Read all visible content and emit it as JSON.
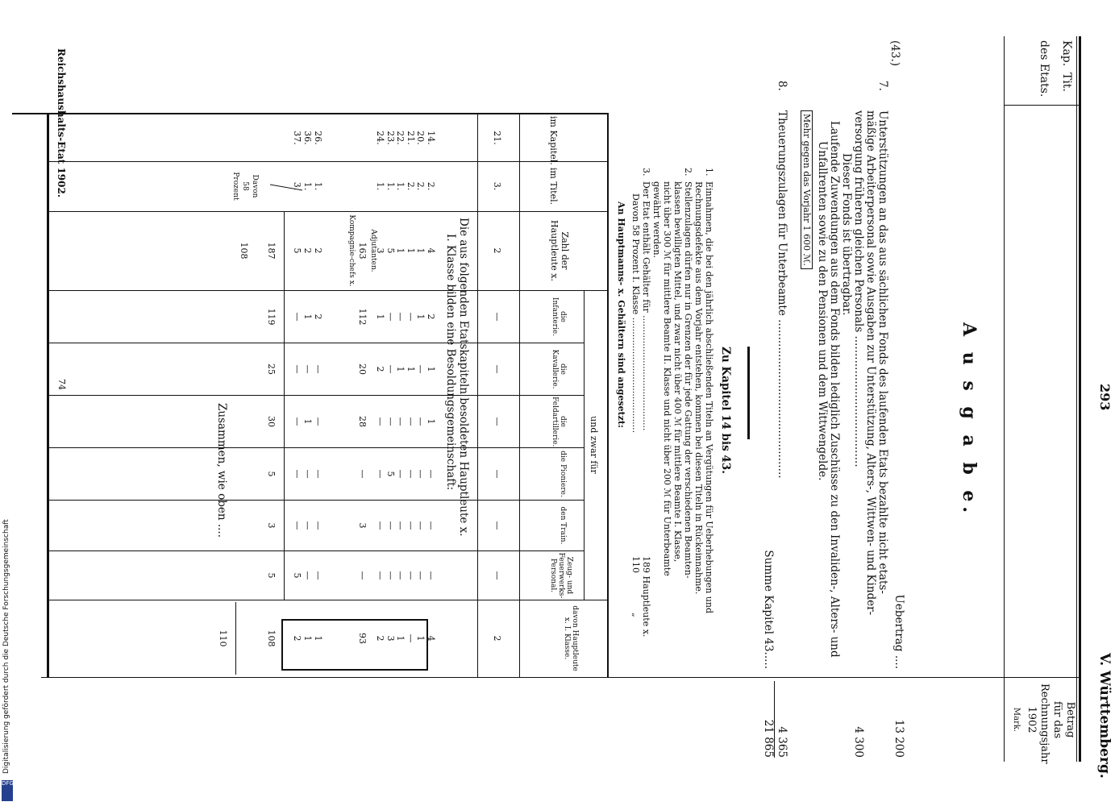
{
  "page": {
    "number": "293",
    "state": "V. Württemberg.",
    "section_title": "A u s g a b e.",
    "footer_left": "Reichshaushalts-Etat 1902.",
    "footer_num": "74",
    "digitization_note": "Digitalisierung gefördert durch die Deutsche Forschungsgemeinschaft",
    "dfg_logo": "DFG"
  },
  "header": {
    "kap": "Kap.",
    "tit": "Tit.",
    "des_etats": "des Etats.",
    "betrag": "Betrag",
    "fuer_das": "für das",
    "rechnungsjahr": "Rechnungsjahr",
    "year": "1902",
    "mark": "Mark."
  },
  "entries": {
    "kap": "(43.)",
    "t7_num": "7.",
    "t7_line1": "Unterstützungen an das aus sächlichen Fonds des laufenden Etats bezahlte nicht etats-",
    "t7_line2": "mäßige Arbeiterpersonal sowie Ausgaben zur Unterstützung, Alters-, Wittwen- und Kinder-",
    "t7_line3": "versorgung früheren gleichen Personals ......................................",
    "t7_line4": "Dieser Fonds ist übertragbar.",
    "t7_line5": "Laufende Zuwendungen aus dem Fonds bilden lediglich Zuschüsse zu den Invaliden-, Alters- und",
    "t7_line6": "Unfallrenten sowie zu den Pensionen und dem Wittwengelde.",
    "t7_amount": "4 300",
    "uebertrag": "Uebertrag ....",
    "uebertrag_amount": "13 200",
    "mehr": "Mehr gegen das Vorjahr 1 600 ℳ.",
    "t8_num": "8.",
    "t8_text": "Theuerungszulagen für Unterbeamte ..............................................",
    "t8_amount": "4 365",
    "summe": "Summe Kapitel 43.....",
    "summe_amount": "21 865"
  },
  "notes": {
    "title": "Zu Kapitel 14 bis 43.",
    "n1_num": "1.",
    "n1_l1": "Einnahmen, die bei den jährlich abschließenden Titeln an Vergütungen für Ueberhebungen und",
    "n1_l2": "Rechnungsdefekte aus dem Vorjahr entstehen, kommen bei diesen Titeln in Rückeinnahme.",
    "n2_num": "2.",
    "n2_l1": "Stellenzulagen dürfen nur in Grenzen der für jede Gattung der verschiedenen Beamten-",
    "n2_l2": "klassen bewilligten Mittel, und zwar nicht über 400 ℳ für mittlere Beamte I. Klasse,",
    "n2_l3": "nicht über 300 ℳ für mittlere Beamte II. Klasse und nicht über 200 ℳ für Unterbeamte",
    "n2_l4": "gewährt werden.",
    "n3_num": "3.",
    "n3_l1": "Der Etat enthält Gehälter für .........................................",
    "n3_v1": "189 Hauptleute x.",
    "n3_l2": "Davon 58 Prozent I. Klasse .........................................",
    "n3_v2": "110",
    "n3_v2b": "„",
    "n3_l3": "An Hauptmanns- x. Gehältern sind angesetzt:"
  },
  "table": {
    "h_zahl": "Zahl der Hauptleute x.",
    "h_im_kapitel": "im Kapitel.",
    "h_im_titel": "im Titel.",
    "h_und_zwar": "und zwar für",
    "h_inf": "die Infanterie.",
    "h_kav": "die Kavallerie.",
    "h_feld": "die Feldartillerie.",
    "h_pion": "die Pioniere.",
    "h_train": "den Train.",
    "h_zeug": "Zeug- und Feuerwerks-Personal.",
    "h_davon": "davon Hauptleute x. I. Klasse.",
    "row21": {
      "kap": "21.",
      "tit": "3.",
      "zahl": "2",
      "inf": "—",
      "kav": "—",
      "feld": "—",
      "pion": "—",
      "train": "—",
      "zeug": "—",
      "klasse": "2"
    },
    "intro": "Die aus folgenden Etatskapiteln besoldeten Hauptleute x.",
    "intro2": "I. Klasse bilden eine Besoldungsgemeinschaft:",
    "rows": [
      {
        "kap": "14.",
        "tit": "2.",
        "zahl": "4",
        "inf": "2",
        "kav": "1",
        "feld": "1",
        "pion": "—",
        "train": "—",
        "zeug": "—",
        "klasse": "4"
      },
      {
        "kap": "20.",
        "tit": "2.",
        "zahl": "1",
        "inf": "1",
        "kav": "—",
        "feld": "—",
        "pion": "—",
        "train": "—",
        "zeug": "—",
        "klasse": "1"
      },
      {
        "kap": "21.",
        "tit": "2.",
        "zahl": "1",
        "inf": "—",
        "kav": "1",
        "feld": "—",
        "pion": "—",
        "train": "—",
        "zeug": "—",
        "klasse": "—"
      },
      {
        "kap": "22.",
        "tit": "1.",
        "zahl": "1",
        "inf": "—",
        "kav": "1",
        "feld": "—",
        "pion": "—",
        "train": "—",
        "zeug": "—",
        "klasse": "1"
      },
      {
        "kap": "23.",
        "tit": "1.",
        "zahl": "5",
        "inf": "—",
        "kav": "—",
        "feld": "—",
        "pion": "5",
        "train": "—",
        "zeug": "—",
        "klasse": "3"
      },
      {
        "kap": "24.",
        "tit": "1.",
        "zahl": "3",
        "inf": "1",
        "kav": "2",
        "feld": "—",
        "pion": "—",
        "train": "—",
        "zeug": "—",
        "klasse": "2"
      }
    ],
    "adj_label": "Adjutanten.",
    "adj": {
      "zahl": "163",
      "inf": "112",
      "kav": "20",
      "feld": "28",
      "pion": "—",
      "train": "3",
      "zeug": "—",
      "klasse": "93"
    },
    "komp_label": "Kompagnie-chefs x.",
    "rows2": [
      {
        "kap": "26.",
        "tit": "1.",
        "zahl": "2",
        "inf": "2",
        "kav": "—",
        "feld": "—",
        "pion": "—",
        "train": "—",
        "zeug": "—",
        "klasse": "1"
      },
      {
        "kap": "36.",
        "tit": "1.",
        "zahl": "2",
        "inf": "1",
        "kav": "—",
        "feld": "1",
        "pion": "—",
        "train": "—",
        "zeug": "—",
        "klasse": "1"
      },
      {
        "kap": "37.",
        "tit": "3.",
        "zahl": "5",
        "inf": "—",
        "kav": "—",
        "feld": "—",
        "pion": "—",
        "train": "—",
        "zeug": "5",
        "klasse": "2"
      }
    ],
    "total": {
      "zahl": "187",
      "inf": "119",
      "kav": "25",
      "feld": "30",
      "pion": "5",
      "train": "3",
      "zeug": "5",
      "klasse": "108"
    },
    "davon_label1": "Davon",
    "davon_label2": "58",
    "davon_label3": "Prozent",
    "davon_zahl": "108",
    "zusammen": "Zusammen, wie oben ....",
    "zusammen_amount": "110"
  }
}
